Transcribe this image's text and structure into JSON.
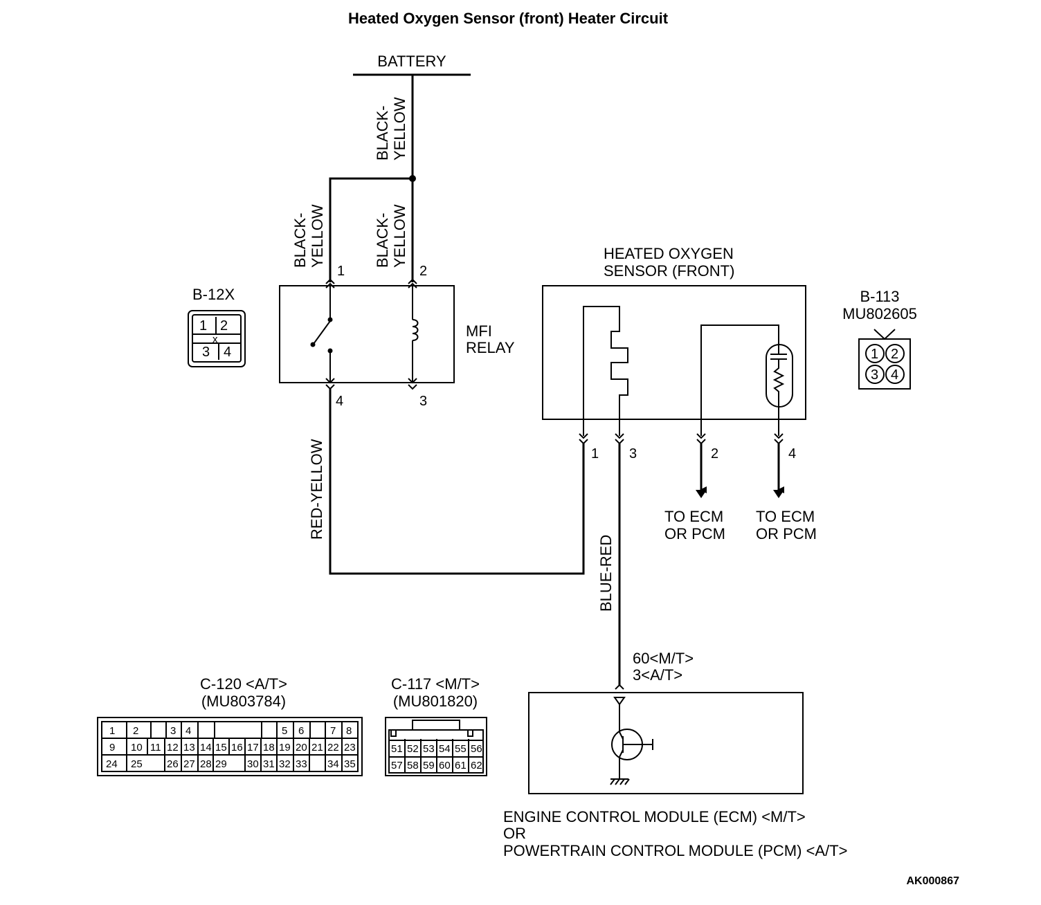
{
  "title": "Heated Oxygen Sensor (front)  Heater Circuit",
  "battery": "BATTERY",
  "wires": {
    "black_yellow": [
      "BLACK-",
      "YELLOW"
    ],
    "red_yellow": "RED-YELLOW",
    "blue_red": "BLUE-RED"
  },
  "relay": {
    "name": [
      "MFI",
      "RELAY"
    ],
    "connector": "B-12X",
    "pins": [
      "1",
      "2",
      "3",
      "4"
    ],
    "connector_pins": [
      "1",
      "2",
      "3",
      "4",
      "x"
    ]
  },
  "sensor": {
    "name": [
      "HEATED OXYGEN",
      "SENSOR (FRONT)"
    ],
    "connector": [
      "B-113",
      "MU802605"
    ],
    "pins": [
      "1",
      "3",
      "2",
      "4"
    ],
    "connector_pins": [
      "1",
      "2",
      "3",
      "4"
    ]
  },
  "to_ecm": [
    "TO ECM",
    "OR PCM"
  ],
  "ecm_pin": [
    "60<M/T>",
    "3<A/T>"
  ],
  "ecm_label": [
    "ENGINE CONTROL MODULE (ECM) <M/T>",
    "OR",
    "POWERTRAIN CONTROL MODULE (PCM) <A/T>"
  ],
  "c120": {
    "label": [
      "C-120 <A/T>",
      "(MU803784)"
    ],
    "row1": [
      "1",
      "2",
      "3",
      "4",
      "5",
      "6",
      "7",
      "8"
    ],
    "row2": [
      "9",
      "10",
      "11",
      "12",
      "13",
      "14",
      "15",
      "16",
      "17",
      "18",
      "19",
      "20",
      "21",
      "22",
      "23"
    ],
    "row3": [
      "24",
      "25",
      "26",
      "27",
      "28",
      "29",
      "30",
      "31",
      "32",
      "33",
      "34",
      "35"
    ]
  },
  "c117": {
    "label": [
      "C-117 <M/T>",
      "(MU801820)"
    ],
    "row1": [
      "51",
      "52",
      "53",
      "54",
      "55",
      "56"
    ],
    "row2": [
      "57",
      "58",
      "59",
      "60",
      "61",
      "62"
    ]
  },
  "figure_code": "AK000867"
}
